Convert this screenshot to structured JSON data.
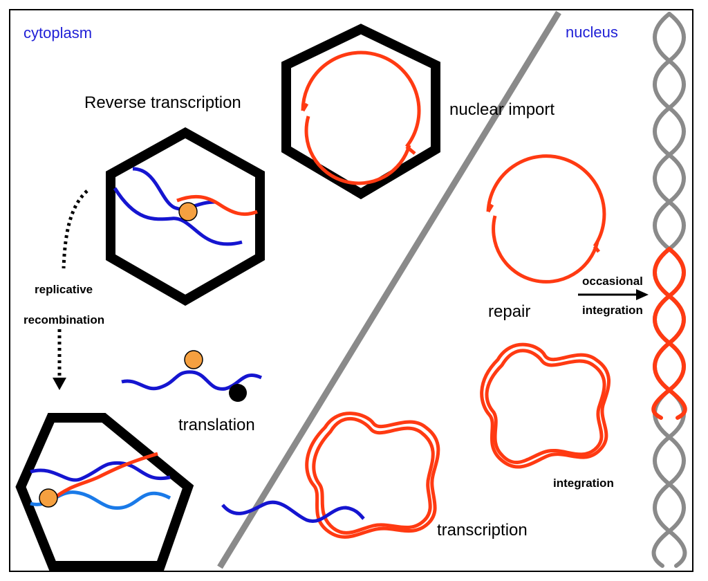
{
  "regions": {
    "cytoplasm": "cytoplasm",
    "nucleus": "nucleus"
  },
  "steps": {
    "reverse_transcription": "Reverse transcription",
    "nuclear_import": "nuclear import",
    "replicative_1": "replicative",
    "replicative_2": "recombination",
    "translation": "translation",
    "repair": "repair",
    "occasional_1": "occasional",
    "occasional_2": "integration",
    "integration": "integration",
    "transcription": "transcription"
  },
  "colors": {
    "capsid": "#000000",
    "rna": "#1515d0",
    "rna_light": "#1a7ae8",
    "dna": "#ff3a12",
    "chromosome": "#8a8a8a",
    "protein": "#f5a040",
    "ribosome": "#000000",
    "membrane": "#8a8a8a",
    "region_label": "#1f1fd6"
  },
  "icons": {
    "replication_arrow": "dotted-arrow-icon",
    "integration_arrow": "right-arrow-icon"
  }
}
